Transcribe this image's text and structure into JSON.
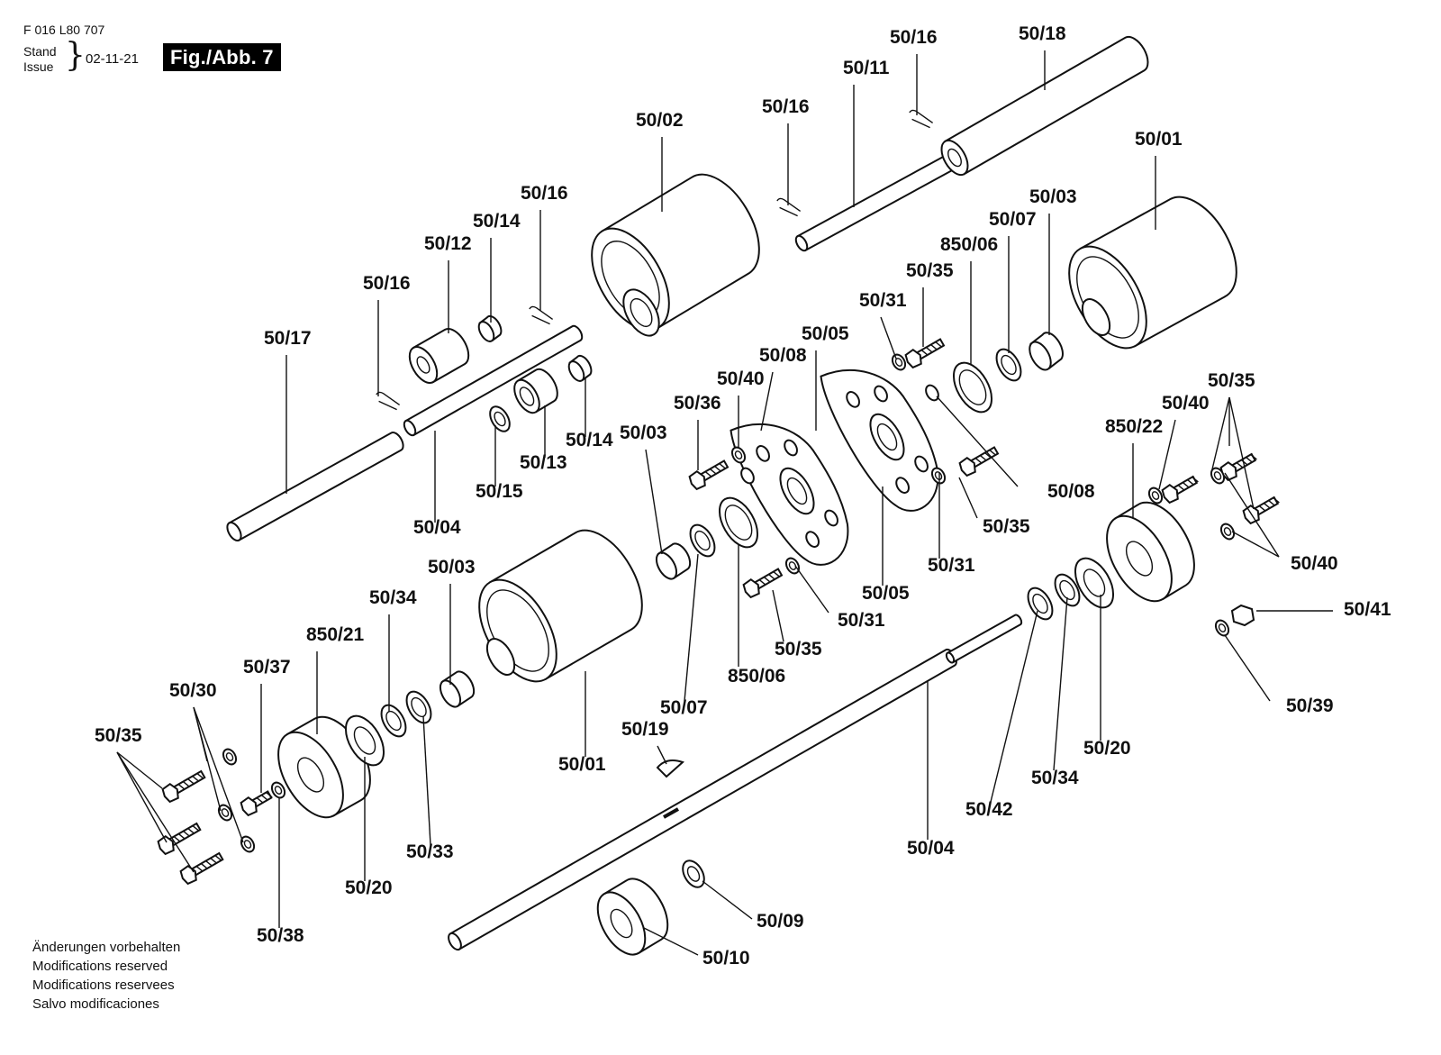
{
  "header": {
    "doc_number": "F 016 L80 707",
    "stand_label": "Stand",
    "issue_label": "Issue",
    "issue_date": "02-11-21",
    "figure_badge": "Fig./Abb. 7"
  },
  "notes": [
    "Änderungen vorbehalten",
    "Modifications reserved",
    "Modifications reservees",
    "Salvo modificaciones"
  ],
  "callouts": [
    "50/16",
    "50/18",
    "50/11",
    "50/02",
    "50/16",
    "50/01",
    "50/16",
    "50/03",
    "50/14",
    "50/07",
    "50/12",
    "850/06",
    "50/35",
    "50/16",
    "50/31",
    "50/17",
    "50/05",
    "50/08",
    "50/40",
    "50/35",
    "50/14",
    "50/36",
    "50/03",
    "50/40",
    "850/22",
    "50/13",
    "50/08",
    "50/15",
    "50/35",
    "50/04",
    "50/31",
    "50/40",
    "50/03",
    "50/05",
    "50/31",
    "50/34",
    "50/41",
    "850/21",
    "50/35",
    "50/37",
    "850/06",
    "50/30",
    "50/07",
    "50/39",
    "50/35",
    "50/19",
    "50/20",
    "50/01",
    "50/34",
    "50/42",
    "50/33",
    "50/04",
    "50/20",
    "50/09",
    "50/38",
    "50/10"
  ]
}
